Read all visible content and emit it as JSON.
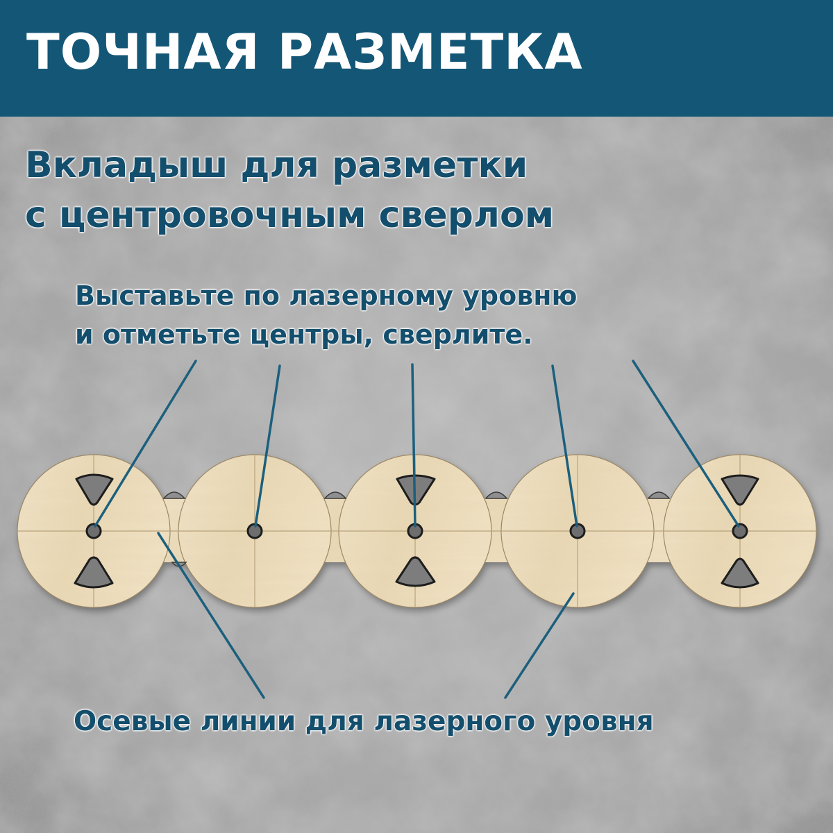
{
  "banner": {
    "title": "ТОЧНАЯ РАЗМЕТКА",
    "background_color": "#145676",
    "text_color": "#ffffff"
  },
  "subtitle": {
    "line1": "Вкладыш для разметки",
    "line2": "с центровочным сверлом"
  },
  "instruction": {
    "line1": "Выставьте по лазерному уровню",
    "line2": "и отметьте центры, сверлите."
  },
  "footer": {
    "label": "Осевые линии для лазерного уровня"
  },
  "template_piece": {
    "material": "plywood",
    "circle_count": 5,
    "center_hole_count": 5,
    "triangle_window_count": 6
  },
  "colors": {
    "text": "#134e6d",
    "leader_lines": "#1c5f7d",
    "wood": "#ecdcbc",
    "concrete": "#a6a6a6"
  }
}
